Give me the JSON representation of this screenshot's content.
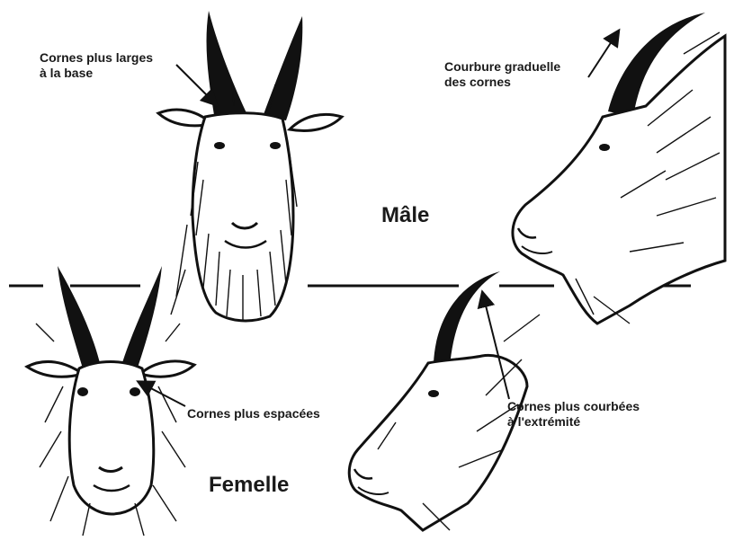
{
  "annotations": {
    "male_front": {
      "line1": "Cornes plus larges",
      "line2": "à la base"
    },
    "male_side": {
      "line1": "Courbure graduelle",
      "line2": "des cornes"
    },
    "female_front": {
      "line1": "Cornes plus espacées"
    },
    "female_side": {
      "line1": "Cornes plus courbées",
      "line2": "à l'extrémité"
    }
  },
  "sections": {
    "male": "Mâle",
    "female": "Femelle"
  },
  "colors": {
    "ink": "#111111",
    "background": "#ffffff"
  }
}
